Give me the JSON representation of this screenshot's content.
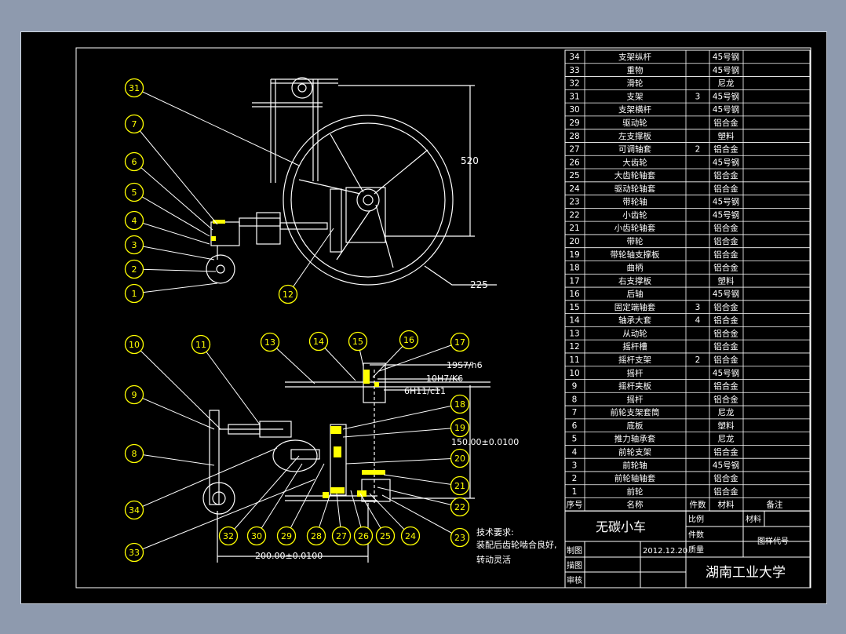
{
  "title_block": {
    "product_name": "无碳小车",
    "university": "湖南工业大学",
    "date": "2012.12.20",
    "header": {
      "no": "序号",
      "name": "名称",
      "qty": "件数",
      "material": "材料",
      "remark": "备注"
    },
    "labels": {
      "scale": "比例",
      "count": "件数",
      "mass": "质量",
      "material": "材料",
      "drawing_code": "图样代号",
      "drawn": "制图",
      "traced": "描图",
      "reviewed": "审核"
    }
  },
  "parts": [
    {
      "no": "34",
      "name": "支架纵杆",
      "qty": "",
      "material": "45号钢"
    },
    {
      "no": "33",
      "name": "重物",
      "qty": "",
      "material": "45号钢"
    },
    {
      "no": "32",
      "name": "滑轮",
      "qty": "",
      "material": "尼龙"
    },
    {
      "no": "31",
      "name": "支架",
      "qty": "3",
      "material": "45号钢"
    },
    {
      "no": "30",
      "name": "支架横杆",
      "qty": "",
      "material": "45号钢"
    },
    {
      "no": "29",
      "name": "驱动轮",
      "qty": "",
      "material": "铝合金"
    },
    {
      "no": "28",
      "name": "左支撑板",
      "qty": "",
      "material": "塑料"
    },
    {
      "no": "27",
      "name": "可调轴套",
      "qty": "2",
      "material": "铝合金"
    },
    {
      "no": "26",
      "name": "大齿轮",
      "qty": "",
      "material": "45号钢"
    },
    {
      "no": "25",
      "name": "大齿轮轴套",
      "qty": "",
      "material": "铝合金"
    },
    {
      "no": "24",
      "name": "驱动轮轴套",
      "qty": "",
      "material": "铝合金"
    },
    {
      "no": "23",
      "name": "带轮轴",
      "qty": "",
      "material": "45号钢"
    },
    {
      "no": "22",
      "name": "小齿轮",
      "qty": "",
      "material": "45号钢"
    },
    {
      "no": "21",
      "name": "小齿轮轴套",
      "qty": "",
      "material": "铝合金"
    },
    {
      "no": "20",
      "name": "带轮",
      "qty": "",
      "material": "铝合金"
    },
    {
      "no": "19",
      "name": "带轮轴支撑板",
      "qty": "",
      "material": "铝合金"
    },
    {
      "no": "18",
      "name": "曲柄",
      "qty": "",
      "material": "铝合金"
    },
    {
      "no": "17",
      "name": "右支撑板",
      "qty": "",
      "material": "塑料"
    },
    {
      "no": "16",
      "name": "后轴",
      "qty": "",
      "material": "45号钢"
    },
    {
      "no": "15",
      "name": "固定端轴套",
      "qty": "3",
      "material": "铝合金"
    },
    {
      "no": "14",
      "name": "轴承大套",
      "qty": "4",
      "material": "铝合金"
    },
    {
      "no": "13",
      "name": "从动轮",
      "qty": "",
      "material": "铝合金"
    },
    {
      "no": "12",
      "name": "摇杆槽",
      "qty": "",
      "material": "铝合金"
    },
    {
      "no": "11",
      "name": "摇杆支架",
      "qty": "2",
      "material": "铝合金"
    },
    {
      "no": "10",
      "name": "摇杆",
      "qty": "",
      "material": "45号钢"
    },
    {
      "no": "9",
      "name": "摇杆夹板",
      "qty": "",
      "material": "铝合金"
    },
    {
      "no": "8",
      "name": "摇杆",
      "qty": "",
      "material": "铝合金"
    },
    {
      "no": "7",
      "name": "前轮支架套筒",
      "qty": "",
      "material": "尼龙"
    },
    {
      "no": "6",
      "name": "底板",
      "qty": "",
      "material": "塑料"
    },
    {
      "no": "5",
      "name": "推力轴承套",
      "qty": "",
      "material": "尼龙"
    },
    {
      "no": "4",
      "name": "前轮支架",
      "qty": "",
      "material": "铝合金"
    },
    {
      "no": "3",
      "name": "前轮轴",
      "qty": "",
      "material": "45号钢"
    },
    {
      "no": "2",
      "name": "前轮轴轴套",
      "qty": "",
      "material": "铝合金"
    },
    {
      "no": "1",
      "name": "前轮",
      "qty": "",
      "material": "铝合金"
    }
  ],
  "dimensions": {
    "height_520": "520",
    "radius_225": "225",
    "fit_1": "19S7/h6",
    "fit_2": "10H7/K6",
    "fit_3": "6H11/c11",
    "center_dist": "150.00±0.0100",
    "width_dim": "200.00±0.0100"
  },
  "notes": {
    "heading": "技术要求:",
    "line1": "装配后齿轮啮合良好,",
    "line2": "转动灵活"
  },
  "balloons": {
    "top_view": [
      "31",
      "7",
      "6",
      "5",
      "4",
      "3",
      "2",
      "1",
      "12"
    ],
    "bottom_left": [
      "10",
      "11",
      "13",
      "14",
      "15",
      "16",
      "17",
      "9",
      "8",
      "34",
      "33"
    ],
    "bottom_right": [
      "18",
      "19",
      "20",
      "21",
      "22",
      "23"
    ],
    "bottom_row": [
      "32",
      "30",
      "29",
      "28",
      "27",
      "26",
      "25",
      "24"
    ]
  },
  "colors": {
    "background": "#000000",
    "lines": "#ffffff",
    "balloon": "#ffff00",
    "table_text": "#ffffff",
    "part_color_fill": "#ffff00",
    "sheet_outer": "#8e9aae"
  }
}
